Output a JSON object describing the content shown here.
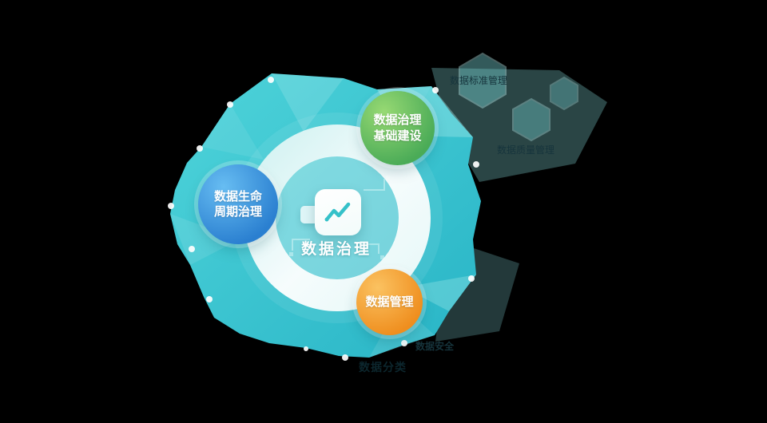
{
  "center": {
    "title": "数据治理"
  },
  "bubbles": {
    "green": {
      "line1": "数据治理",
      "line2": "基础建设"
    },
    "blue": {
      "line1": "数据生命",
      "line2": "周期治理"
    },
    "orange": {
      "line1": "数据管理"
    }
  },
  "labels": {
    "top_right_1": "数据标准管理",
    "top_right_2": "数据质量管理",
    "bottom_1": "数据安全",
    "bottom_2": "数据分类"
  },
  "icons": {
    "center_icon": "trend-chart-icon"
  },
  "colors": {
    "background": "#000000",
    "blob_teal_light": "#4fd4da",
    "blob_teal_dark": "#28b4c6",
    "ring_white": "#f2fcfb",
    "green": "#4aab57",
    "blue": "#2a7fd0",
    "orange": "#ef8e1e",
    "label_dark": "#16343c"
  }
}
